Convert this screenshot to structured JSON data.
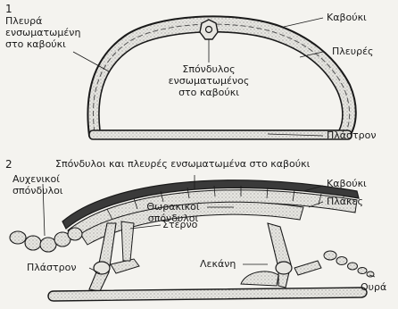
{
  "figure1": {
    "number": "1",
    "labels": {
      "embedded_rib": [
        "Πλευρά",
        "ενσωματωμένη",
        "στο καβούκι"
      ],
      "carapace": "Καβούκι",
      "ribs": "Πλευρές",
      "embedded_vertebra": [
        "Σπόνδυλος",
        "ενσωματωμένος",
        "στο καβούκι"
      ],
      "plastron": "Πλάστρον"
    }
  },
  "figure2": {
    "number": "2",
    "labels": {
      "vertebrae_ribs_embedded": "Σπόνδυλοι και πλευρές ενσωματωμένα στο καβούκι",
      "cervical_vertebrae": [
        "Αυχενικοί",
        "σπόνδυλοι"
      ],
      "carapace": "Καβούκι",
      "plates": "Πλάκες",
      "thoracic_vertebrae": [
        "Θωρακικοί",
        "σπόνδυλοι"
      ],
      "sternum": "Στέρνο",
      "plastron": "Πλάστρον",
      "pelvis": "Λεκάνη",
      "tail": "Ουρά"
    }
  },
  "colors": {
    "ink": "#1a1a1a",
    "stipple": "#bdbdb8",
    "paper": "#f4f3ef"
  }
}
